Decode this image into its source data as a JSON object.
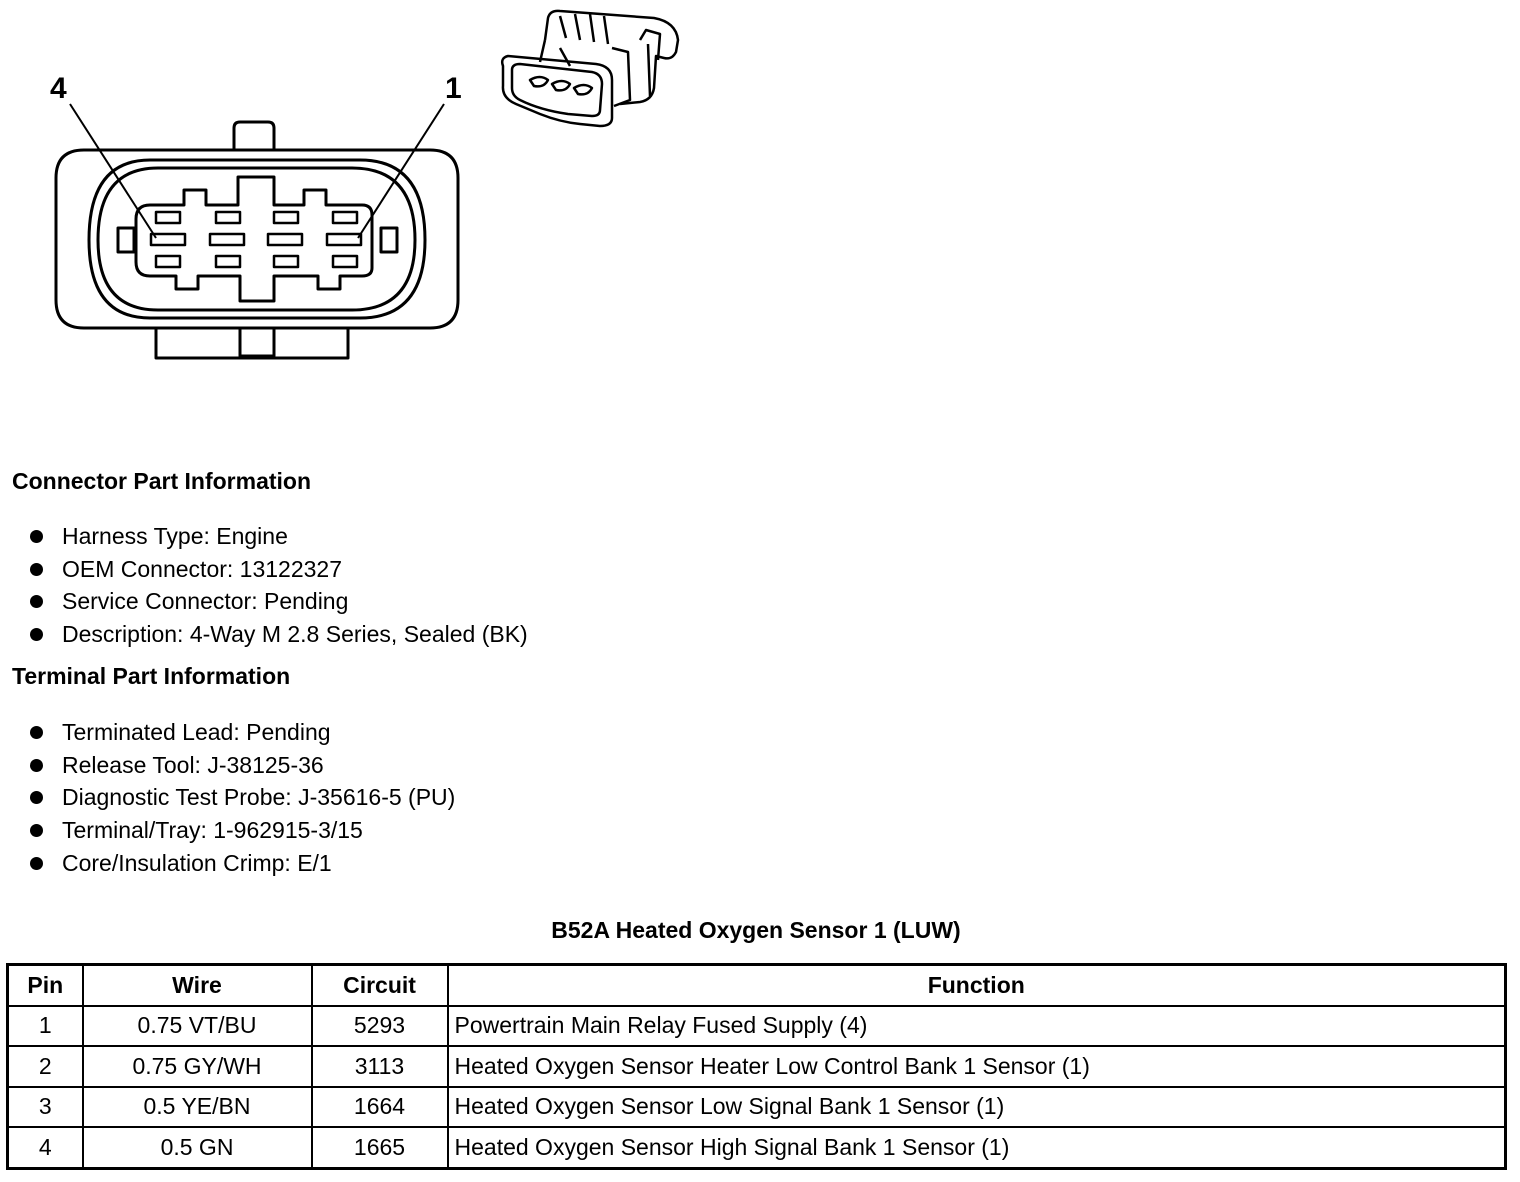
{
  "diagram": {
    "pin_labels": [
      "4",
      "1"
    ]
  },
  "connector_part_info": {
    "heading": "Connector Part Information",
    "items": [
      "Harness Type: Engine",
      "OEM Connector: 13122327",
      "Service Connector: Pending",
      "Description: 4-Way M 2.8 Series, Sealed (BK)"
    ]
  },
  "terminal_part_info": {
    "heading": "Terminal Part Information",
    "items": [
      "Terminated Lead: Pending",
      "Release Tool: J-38125-36",
      "Diagnostic Test Probe: J-35616-5 (PU)",
      "Terminal/Tray: 1-962915-3/15",
      "Core/Insulation Crimp: E/1"
    ]
  },
  "pin_table": {
    "title": "B52A Heated Oxygen Sensor 1 (LUW)",
    "headers": [
      "Pin",
      "Wire",
      "Circuit",
      "Function"
    ],
    "rows": [
      [
        "1",
        "0.75 VT/BU",
        "5293",
        "Powertrain Main Relay Fused Supply (4)"
      ],
      [
        "2",
        "0.75 GY/WH",
        "3113",
        "Heated Oxygen Sensor Heater Low Control Bank 1 Sensor (1)"
      ],
      [
        "3",
        "0.5 YE/BN",
        "1664",
        "Heated Oxygen Sensor Low Signal Bank 1 Sensor (1)"
      ],
      [
        "4",
        "0.5 GN",
        "1665",
        "Heated Oxygen Sensor High Signal Bank 1 Sensor (1)"
      ]
    ]
  }
}
